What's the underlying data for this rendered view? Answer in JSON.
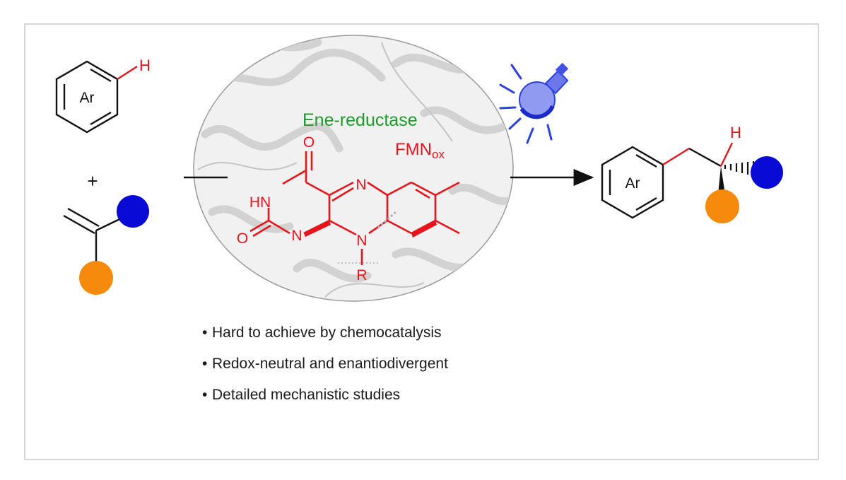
{
  "reactant_arene": {
    "ring_label": "Ar",
    "h_label": "H"
  },
  "plus_sign": "+",
  "catalyst": {
    "enzyme_label": "Ene-reductase",
    "cofactor_label": "FMN",
    "cofactor_subscript": "ox",
    "flavin_atoms": {
      "o_top": "O",
      "hn": "HN",
      "n_imine_top": "N",
      "o_bottom": "O",
      "n_imine_bottom": "N",
      "n_ring": "N",
      "r_group": "R"
    }
  },
  "product": {
    "ring_label": "Ar",
    "h_label": "H"
  },
  "highlights": [
    "Hard to achieve by chemocatalysis",
    "Redox-neutral and enantiodivergent",
    "Detailed mechanistic studies"
  ],
  "colors": {
    "bond": "#111111",
    "flavin": "#e8141b",
    "enzyme_label": "#1f9b2a",
    "substituent_blue": "#0a0ad6",
    "substituent_orange": "#f58a0c",
    "light_bulb": "#2c3fe0",
    "protein_backdrop": "#ececec"
  },
  "icons": [
    "light-bulb-icon"
  ]
}
